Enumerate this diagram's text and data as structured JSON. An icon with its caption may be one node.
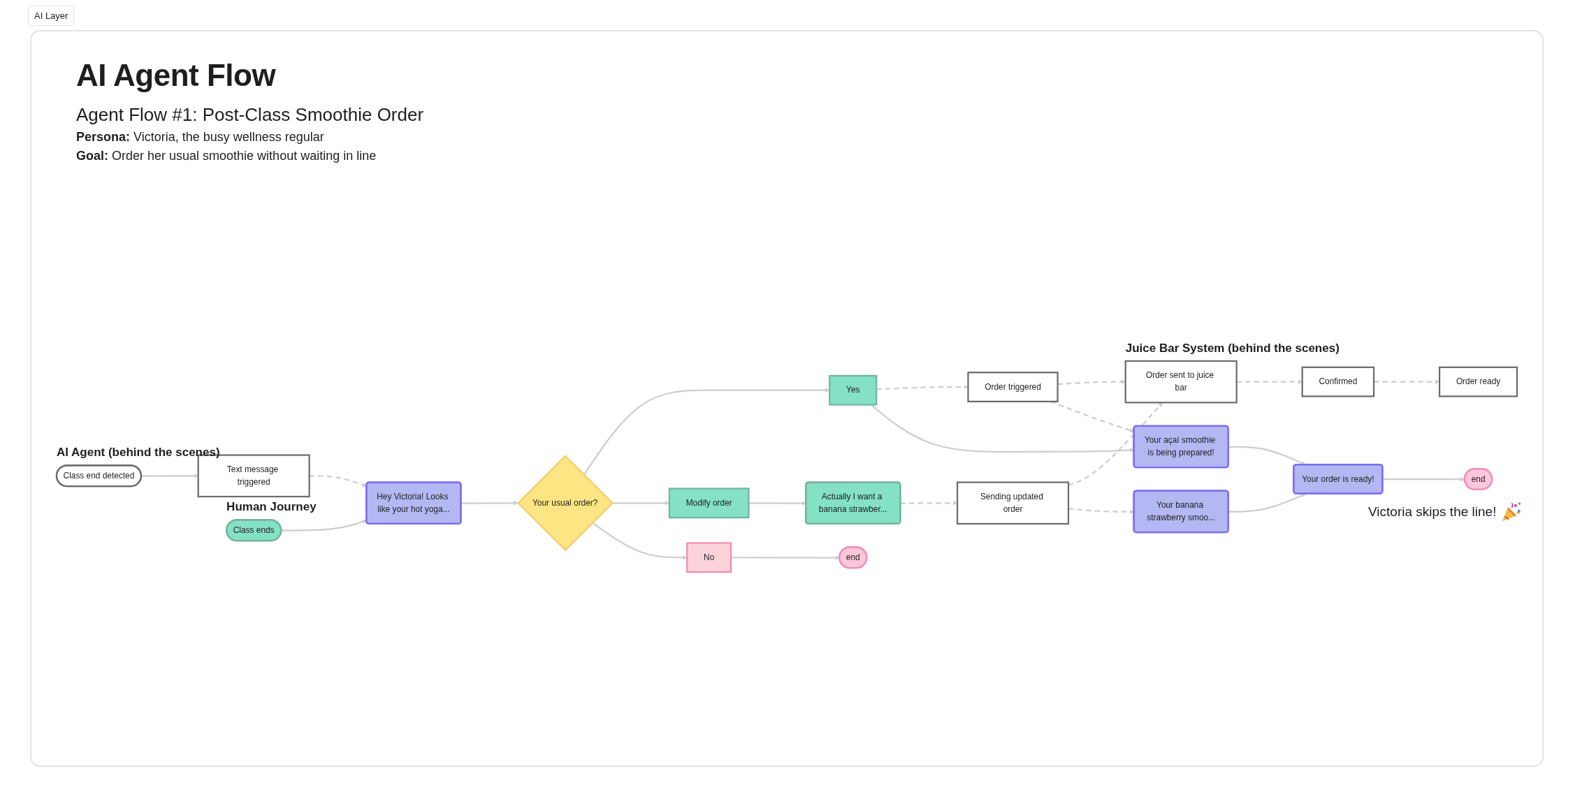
{
  "diagram": {
    "title": "AI Agent Flow",
    "nodes": [
      {
        "text": [
          "Order sent to juice bar"
        ]
      },
      {
        "text": [
          "Confirmed"
        ]
      },
      {
        "text": [
          "Order ready"
        ]
      },
      {
        "text": [
          "Class end detected"
        ]
      },
      {
        "text": [
          "Text message triggered"
        ]
      },
      {
        "text": [
          "Order triggered"
        ]
      },
      {
        "text": [
          "Sending updated order"
        ]
      },
      {
        "text": [
          "Yes"
        ]
      },
      {
        "text": [
          "Your açaí smoothie is being prepared!"
        ]
      },
      {
        "text": [
          "Class ends"
        ]
      },
      {
        "text": [
          "Hey Victoria! Looks like your hot yoga..."
        ]
      },
      {
        "text": [
          "Your usual order?"
        ]
      },
      {
        "text": [
          "Modify order"
        ]
      },
      {
        "text": [
          "Actually I want a banana strawber..."
        ]
      },
      {
        "text": [
          "Your banana strawberry smoo..."
        ]
      },
      {
        "text": [
          "Your order is ready!"
        ]
      },
      {
        "text": [
          "end"
        ]
      },
      {
        "text": [
          "No"
        ]
      },
      {
        "text": [
          "end"
        ]
      }
    ],
    "edges": [
      {
        "from": 0,
        "to": 1,
        "arrow": "to",
        "style": "dashed"
      },
      {
        "from": 1,
        "to": 2,
        "arrow": "to",
        "style": "dashed"
      },
      {
        "from": 3,
        "to": 4,
        "arrow": "to"
      },
      {
        "from": 4,
        "to": 10,
        "arrow": "to",
        "style": "dashed"
      },
      {
        "from": 5,
        "to": 0,
        "arrow": "to",
        "style": "dashed"
      },
      {
        "from": 5,
        "to": 8,
        "arrow": "to",
        "style": "dashed"
      },
      {
        "from": 6,
        "to": 0,
        "arrow": "to",
        "style": "dashed"
      },
      {
        "from": 6,
        "to": 14,
        "arrow": "to",
        "style": "dashed"
      },
      {
        "from": 7,
        "to": 5,
        "arrow": "to",
        "style": "dashed"
      },
      {
        "from": 13,
        "to": 6,
        "arrow": "to",
        "style": "dashed"
      },
      {
        "from": 7,
        "to": 8,
        "arrow": "to"
      },
      {
        "from": 8,
        "to": 15,
        "arrow": "to"
      },
      {
        "from": 9,
        "to": 10,
        "arrow": "to"
      },
      {
        "from": 10,
        "to": 11,
        "arrow": "to"
      },
      {
        "from": 11,
        "to": 7,
        "arrow": "to"
      },
      {
        "from": 11,
        "to": 12,
        "arrow": "to"
      },
      {
        "from": 11,
        "to": 17,
        "arrow": "to"
      },
      {
        "from": 12,
        "to": 13,
        "arrow": "to"
      },
      {
        "from": 14,
        "to": 15,
        "arrow": "to"
      },
      {
        "from": 15,
        "to": 16,
        "arrow": "to"
      },
      {
        "from": 17,
        "to": 18,
        "arrow": "to"
      }
    ],
    "labels": [
      "AI Layer",
      "Agent Flow #1: Post-Class Smoothie Order",
      "**Persona:** Victoria, the busy wellness regular",
      "**Goal:** Order her usual smoothie without waiting in line",
      "Juice Bar System (behind the scenes)",
      "AI Agent (behind the scenes)",
      "Human Journey",
      "Victoria skips the line!"
    ]
  }
}
